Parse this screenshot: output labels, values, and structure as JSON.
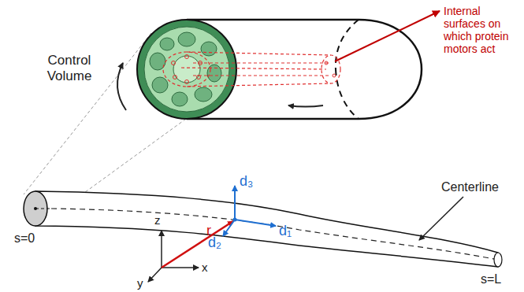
{
  "diagram": {
    "labels": [
      "Control Volume",
      "Internal surfaces on which protein motors act",
      "s=0",
      "s=L",
      "Centerline",
      "z",
      "y",
      "x",
      "r",
      "d₃",
      "d₁",
      "d₂"
    ]
  }
}
